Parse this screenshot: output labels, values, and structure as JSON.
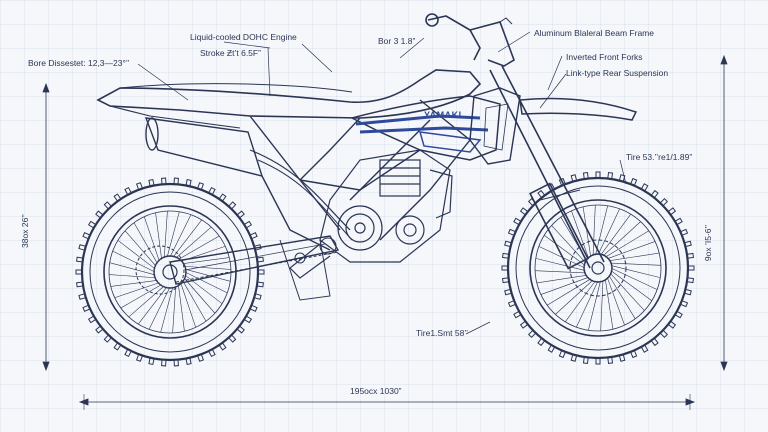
{
  "labels": {
    "engine": "Liquid-cooled DOHC Engine",
    "stroke": "Stroke Ƶt’t 6.5F”",
    "bore_diameter": "Bore Dissestet: 12,3—23°’’",
    "bore": "Bor 3 1.8”",
    "frame": "Aluminum Blaleral Beam Frame",
    "forks": "Inverted Front Forks",
    "suspension": "Link-type Rear Suspension",
    "tire_front": "Tire 53.’’re1/1.89”",
    "tire_rear": "Tire1.Smt 58’’",
    "height_left": "38ox 26’’",
    "height_right": "9ox ’I5·6’’",
    "length": "195ocx 1030”",
    "brand": "YAMAKI"
  },
  "colors": {
    "ink": "#2c3654",
    "accent": "#2f4a9a",
    "grid": "#dfe4ee"
  }
}
